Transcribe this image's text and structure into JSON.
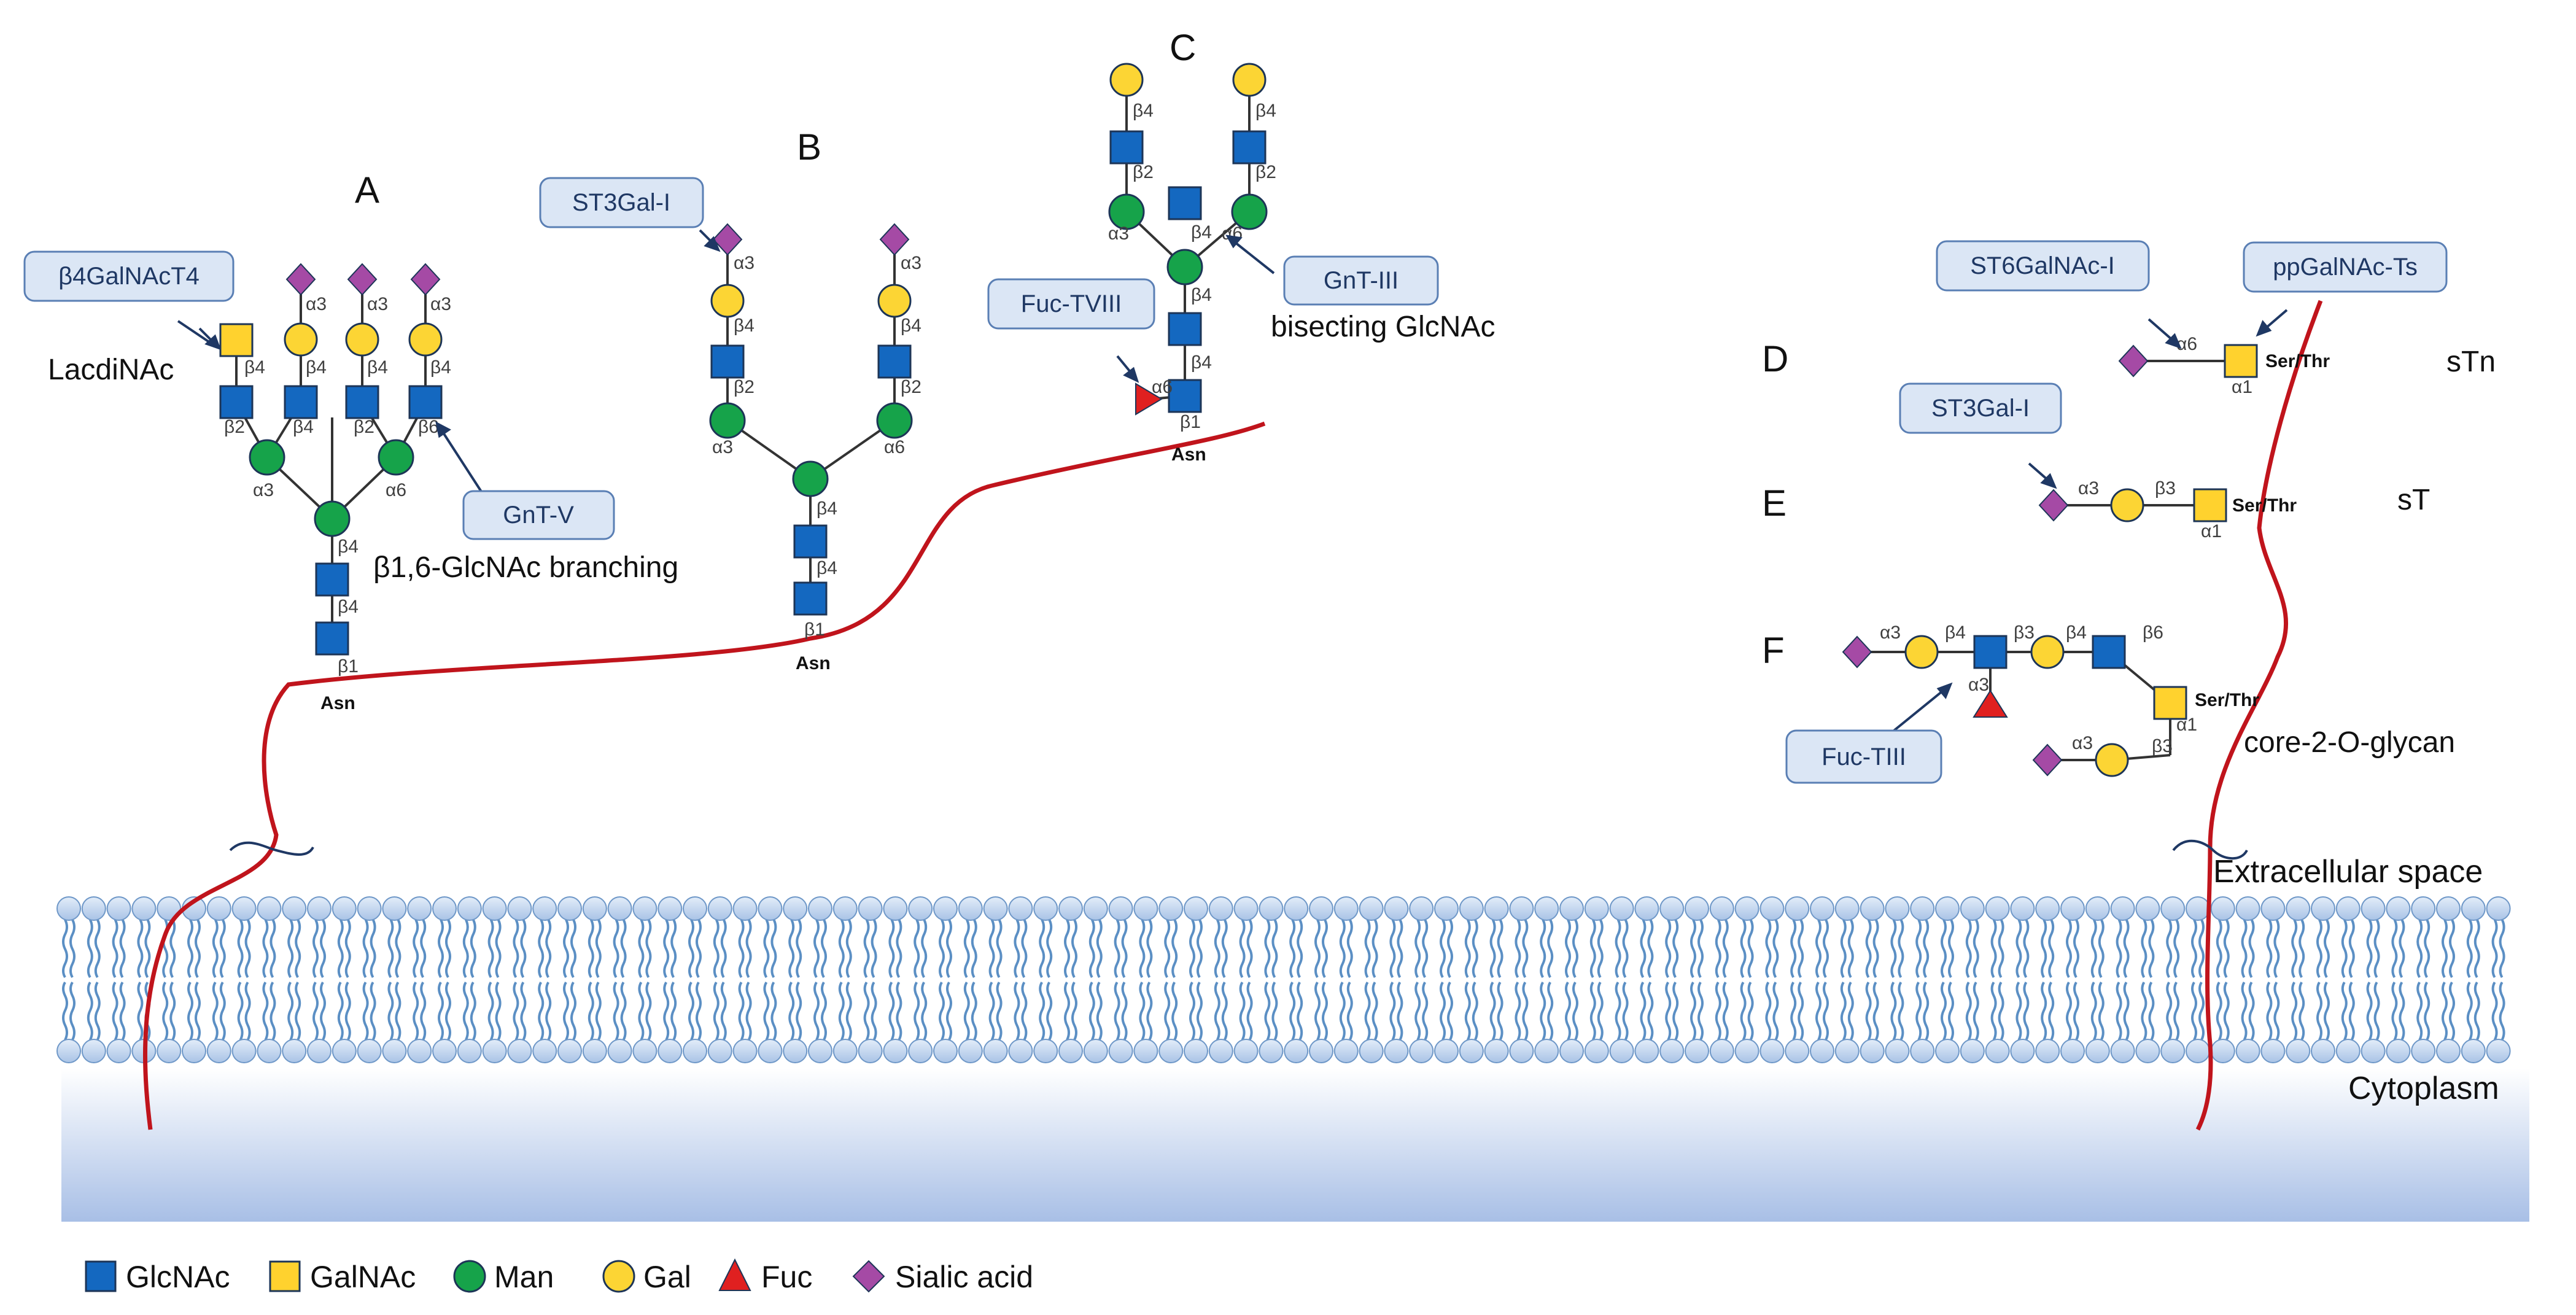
{
  "colors": {
    "glcnac": "#1468c0",
    "galnac": "#ffd22e",
    "man": "#16a34a",
    "gal": "#fcd534",
    "fuc": "#e02020",
    "sialic": "#a54aa5",
    "protein": "#c0141c",
    "membrane_head": "#c5d9f0",
    "membrane_tail": "#5b8fc4",
    "enzyme_box": "#dbe6f5",
    "enzyme_border": "#5a7fb4"
  },
  "panels": {
    "a": "A",
    "b": "B",
    "c": "C",
    "d": "D",
    "e": "E",
    "f": "F"
  },
  "enzymes": {
    "b4galnact4": "β4GalNAcT4",
    "gntv": "GnT-V",
    "st3gal_b": "ST3Gal-I",
    "fuctviii": "Fuc-TVIII",
    "gntiii": "GnT-III",
    "st6galnac": "ST6GalNAc-I",
    "ppgalnac": "ppGalNAc-Ts",
    "st3gal_e": "ST3Gal-I",
    "fuctiii": "Fuc-TIII"
  },
  "notes": {
    "lacdinac": "LacdiNAc",
    "branching": "β1,6-GlcNAc branching",
    "bisecting": "bisecting GlcNAc",
    "stn": "sTn",
    "st": "sT",
    "core2": "core-2-O-glycan"
  },
  "attachment": {
    "asn": "Asn",
    "serthr": "Ser/Thr"
  },
  "regions": {
    "extracellular": "Extracellular space",
    "cytoplasm": "Cytoplasm"
  },
  "legend": [
    {
      "symbol": "square",
      "color": "#1468c0",
      "label": "GlcNAc"
    },
    {
      "symbol": "square",
      "color": "#ffd22e",
      "label": "GalNAc"
    },
    {
      "symbol": "circle",
      "color": "#16a34a",
      "label": "Man"
    },
    {
      "symbol": "circle",
      "color": "#fcd534",
      "label": "Gal"
    },
    {
      "symbol": "triangle",
      "color": "#e02020",
      "label": "Fuc"
    },
    {
      "symbol": "diamond",
      "color": "#a54aa5",
      "label": "Sialic acid"
    }
  ],
  "linkages": {
    "a_b1": "β1",
    "a_b4a": "β4",
    "a_b4b": "β4",
    "a_a3": "α3",
    "a_a6": "α6",
    "a_b2l": "β2",
    "a_b4l": "β4",
    "a_b2r": "β2",
    "a_b6r": "β6",
    "a_g1": "β4",
    "a_g2": "β4",
    "a_g3": "β4",
    "a_g4": "β4",
    "a_s2": "α3",
    "a_s3": "α3",
    "a_s4": "α3",
    "b_b1": "β1",
    "b_b4a": "β4",
    "b_b4b": "β4",
    "b_a3": "α3",
    "b_a6": "α6",
    "b_b2l": "β2",
    "b_b2r": "β2",
    "b_b4l": "β4",
    "b_b4r": "β4",
    "b_a3l": "α3",
    "b_a3r": "α3",
    "c_b1": "β1",
    "c_a6f": "α6",
    "c_b4a": "β4",
    "c_b4b": "β4",
    "c_b4c": "β4",
    "c_a3": "α3",
    "c_a6": "α6",
    "c_b2l": "β2",
    "c_b2r": "β2",
    "c_b4l": "β4",
    "c_b4r": "β4",
    "d_a6": "α6",
    "d_a1": "α1",
    "e_a3": "α3",
    "e_b3": "β3",
    "e_a1": "α1",
    "f_a3": "α3",
    "f_b4": "β4",
    "f_b3": "β3",
    "f_b4b": "β4",
    "f_b6": "β6",
    "f_a3f": "α3",
    "f_a1": "α1",
    "f_b3b": "β3",
    "f_a3b": "α3"
  }
}
